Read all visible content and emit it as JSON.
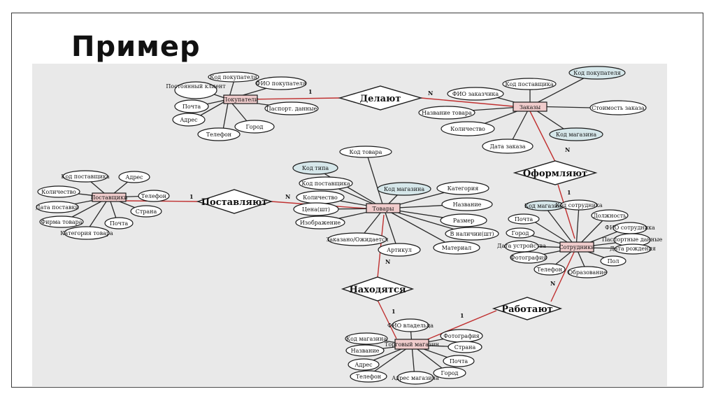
{
  "slide": {
    "title": "Пример"
  },
  "diagram": {
    "entities": [
      {
        "id": "pok",
        "label": "Покупатели"
      },
      {
        "id": "zak",
        "label": "Заказы"
      },
      {
        "id": "post",
        "label": "Поставщики"
      },
      {
        "id": "tov",
        "label": "Товары"
      },
      {
        "id": "sotr",
        "label": "Сотрудники"
      },
      {
        "id": "mag",
        "label": "Торговый магазин"
      }
    ],
    "relationships": [
      {
        "id": "delayut",
        "label": "Делают"
      },
      {
        "id": "postavlyayut",
        "label": "Поставляют"
      },
      {
        "id": "oformlyayut",
        "label": "Оформляют"
      },
      {
        "id": "nakhodyatsya",
        "label": "Находятся"
      },
      {
        "id": "rabotayut",
        "label": "Работают"
      }
    ],
    "attributes": {
      "pok": [
        "Код покупателя",
        "Постоянный клиент",
        "ФИО покупателя",
        "Почта",
        "Паспорт. данные",
        "Адрес",
        "Город",
        "Телефон"
      ],
      "zak": [
        "Код покупателя",
        "Код поставщика",
        "ФИО заказчика",
        "Стоимость заказа",
        "Название товара",
        "Количество",
        "Код магазина",
        "Дата заказа"
      ],
      "post": [
        "Код поставщика",
        "Адрес",
        "Количество",
        "Телефон",
        "Дата поставки",
        "Страна",
        "Фирма товара",
        "Почта",
        "Категория товара"
      ],
      "tov": [
        "Код товара",
        "Код типа",
        "Код поставщика",
        "Код магазина",
        "Категория",
        "Количество",
        "Название",
        "Цена(шт)",
        "Размер",
        "Изображение",
        "В наличии(шт)",
        "Заказано/Ожидается",
        "Артикул",
        "Материал"
      ],
      "sotr": [
        "Код магазина",
        "Код сотрудника",
        "Должность",
        "Почта",
        "ФИО сотрудника",
        "Город",
        "Паспортные данные",
        "Дата устройства",
        "Дата рождения",
        "Фотография",
        "Пол",
        "Телефон",
        "Образование"
      ],
      "mag": [
        "ФИО владельца",
        "Код магазина",
        "Фотография",
        "Название",
        "Страна",
        "Адрес",
        "Почта",
        "Телефон",
        "Адрес магазина",
        "Город"
      ]
    },
    "cardinalities": {
      "pok_delayut": "1",
      "delayut_zak": "N",
      "post_postavlyayut": "1",
      "postavlyayut_tov": "N",
      "zak_oformlyayut": "N",
      "oformlyayut_sotr": "1",
      "tov_nakhodyatsya": "N",
      "nakhodyatsya_mag": "1",
      "mag_rabotayut": "1",
      "rabotayut_sotr": "N"
    }
  }
}
